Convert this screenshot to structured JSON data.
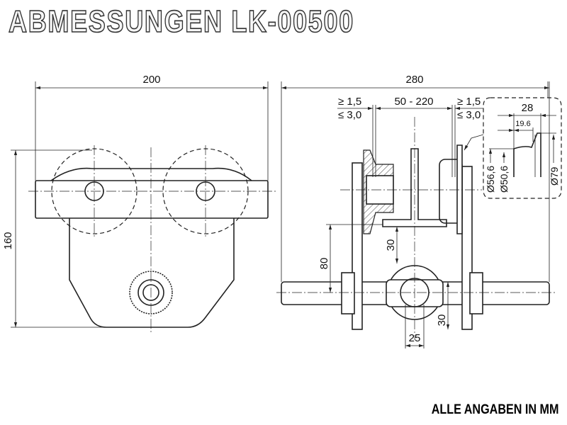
{
  "title": "ABMESSUNGEN LK-00500",
  "footer": "ALLE ANGABEN IN MM",
  "dimensions": {
    "width_front": "200",
    "height_front": "160",
    "width_side": "280",
    "flange_range": "50 - 220",
    "min_gap_left": "≥ 1,5",
    "max_gap_left": "≤ 3,0",
    "min_gap_right": "≥ 1,5",
    "max_gap_right": "≤ 3,0",
    "height_80": "80",
    "height_30_upper": "30",
    "height_30_lower": "30",
    "width_25": "25",
    "detail_28": "28",
    "detail_19_6": "19.6",
    "dia_56_6": "Ø56,6",
    "dia_50_6": "Ø50,6",
    "dia_79": "Ø79"
  }
}
